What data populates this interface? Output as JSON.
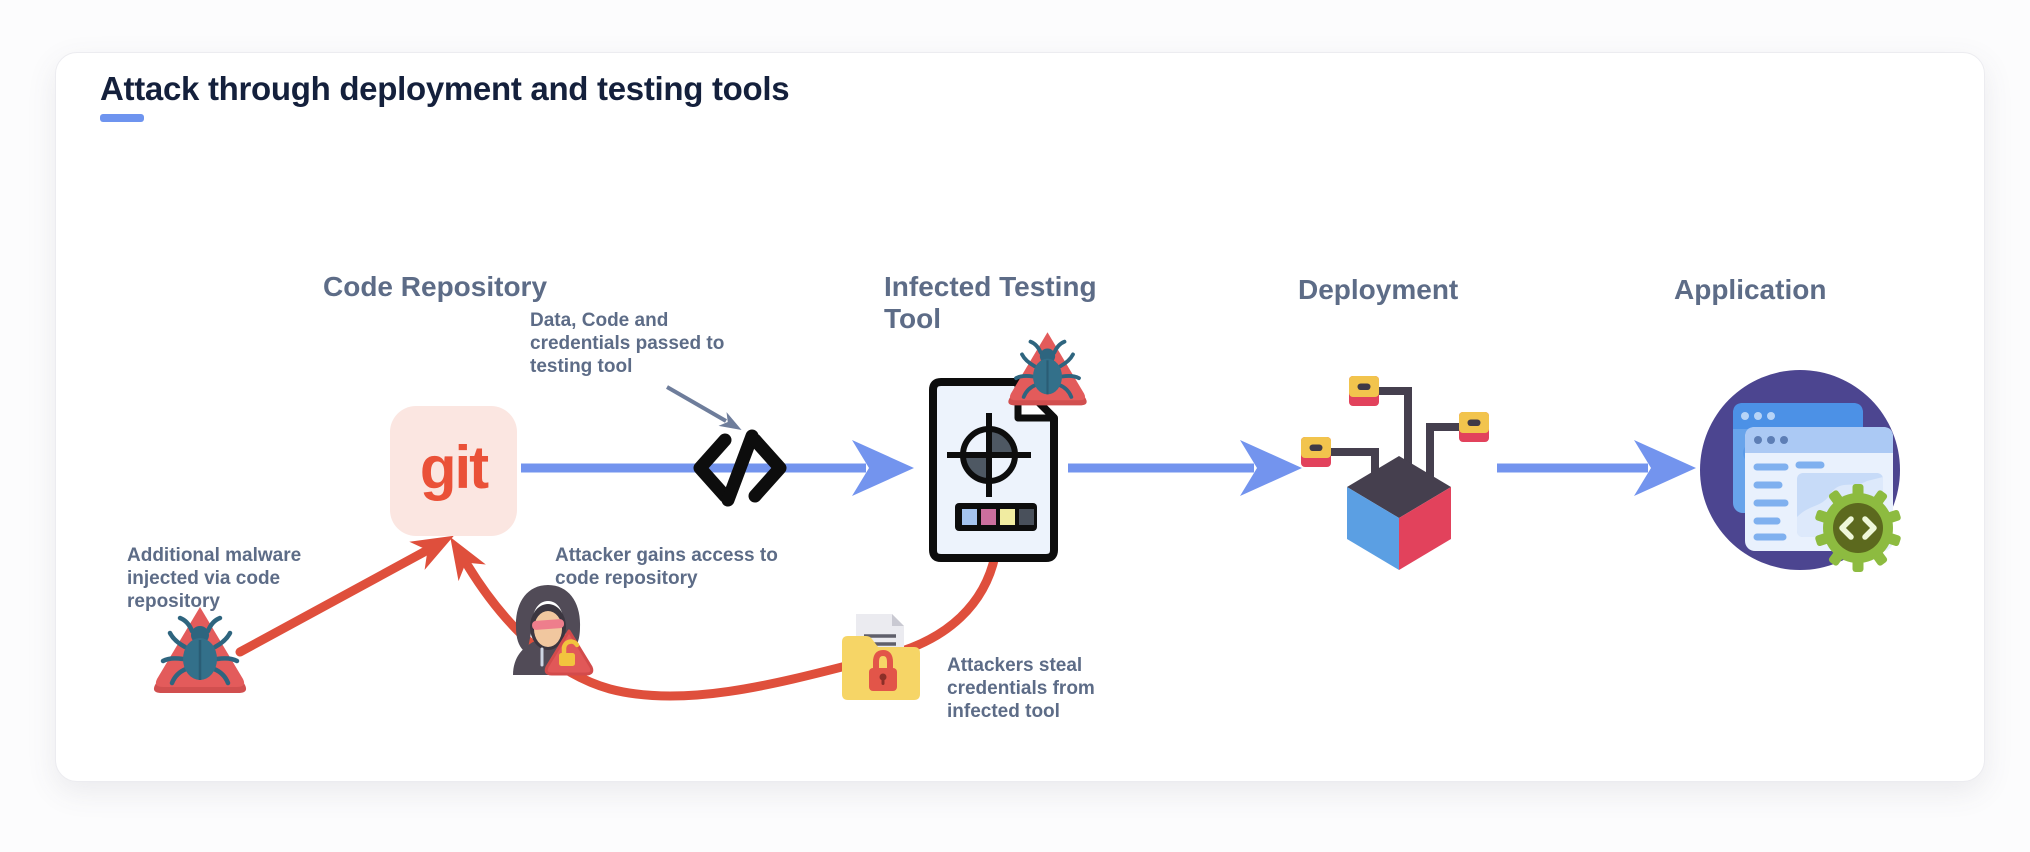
{
  "card": {
    "title": "Attack through deployment and testing tools"
  },
  "stages": [
    {
      "id": "code-repository",
      "label": "Code Repository",
      "icon": "git-logo-icon"
    },
    {
      "id": "infected-testing-tool",
      "label": "Infected Testing\nTool",
      "icon": "testing-tool-document-icon"
    },
    {
      "id": "deployment",
      "label": "Deployment",
      "icon": "deployment-box-icon"
    },
    {
      "id": "application",
      "label": "Application",
      "icon": "application-browser-icon"
    }
  ],
  "git_logo_text": "git",
  "annotations": [
    {
      "id": "data-passed",
      "text": "Data, Code and\ncredentials passed to\ntesting tool",
      "arrow": "gray-annotation-arrow"
    },
    {
      "id": "malware-injected",
      "text": "Additional malware\ninjected via code\nrepository",
      "arrow": "red-attack-arrow"
    },
    {
      "id": "attacker-access",
      "text": "Attacker gains access to\ncode repository",
      "arrow": "red-attack-arrow"
    },
    {
      "id": "credentials-stolen",
      "text": "Attackers steal\ncredentials from\ninfected tool",
      "arrow": "red-attack-arrow"
    }
  ],
  "icons": [
    "git-logo-icon",
    "code-icon",
    "bug-warning-icon",
    "testing-tool-document-icon",
    "hacker-icon",
    "locked-folder-icon",
    "deployment-box-icon",
    "application-browser-icon",
    "gear-code-icon"
  ],
  "colors": {
    "title_text": "#14203c",
    "accent_underline": "#6e94ef",
    "heading_text": "#5d6c87",
    "flow_arrow_blue": "#7394ee",
    "attack_arrow_red": "#df4f3c",
    "annotation_arrow_gray": "#6e7d9b",
    "git_badge_bg": "#fbe6e1",
    "git_text": "#ea5138",
    "card_bg": "#ffffff"
  }
}
